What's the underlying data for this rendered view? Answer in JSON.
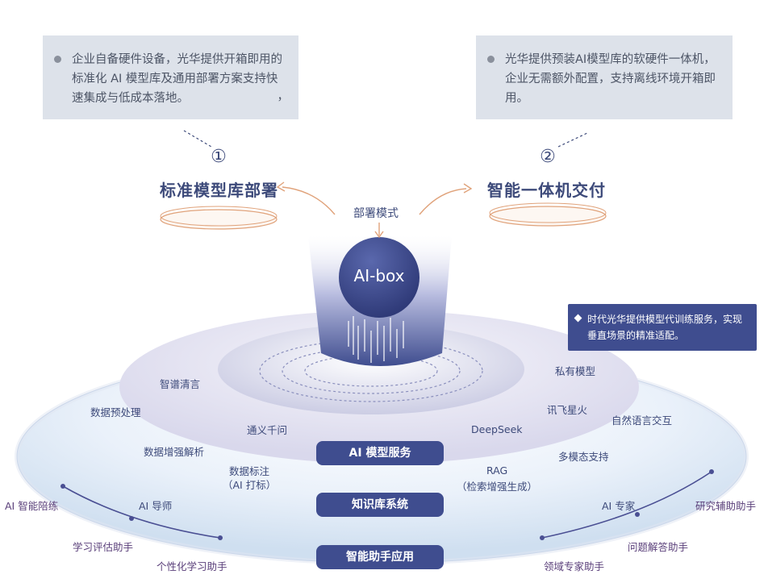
{
  "callouts": {
    "left": "企业自备硬件设备，光华提供开箱即用的标准化 AI 模型库及通用部署方案支持快速集成与低成本落地。",
    "left_mark": "，",
    "right": "光华提供预装AI模型库的软硬件一体机，企业无需额外配置，支持离线环境开箱即用。"
  },
  "modes": {
    "left_num": "①",
    "left_title": "标准模型库部署",
    "right_num": "②",
    "right_title": "智能一体机交付",
    "center_label": "部署模式"
  },
  "core": {
    "label": "AI-box"
  },
  "note": "时代光华提供模型代训练服务，实现垂直场景的精准适配。",
  "layers": {
    "model": "AI 模型服务",
    "kb": "知识库系统",
    "assistant": "智能助手应用"
  },
  "models": {
    "zhipu": "智谱清言",
    "tongyi": "通义千问",
    "private": "私有模型",
    "xunfei": "讯飞星火",
    "deepseek": "DeepSeek"
  },
  "kb_items": {
    "preprocess": "数据预处理",
    "enhance": "数据增强解析",
    "annotate": "数据标注",
    "annotate_sub": "（AI 打标）",
    "nlp": "自然语言交互",
    "multimodal": "多模态支持",
    "rag": "RAG",
    "rag_sub": "（检索增强生成）"
  },
  "assistants": {
    "tutor": "AI 导师",
    "coach": "AI 智能陪练",
    "assess": "学习评估助手",
    "personal": "个性化学习助手",
    "expert": "AI 专家",
    "research": "研究辅助助手",
    "qa": "问题解答助手",
    "domain": "领域专家助手"
  },
  "colors": {
    "primary": "#3f4d8f",
    "callout_bg": "#dde2ea",
    "arrow": "#e0a27a"
  }
}
